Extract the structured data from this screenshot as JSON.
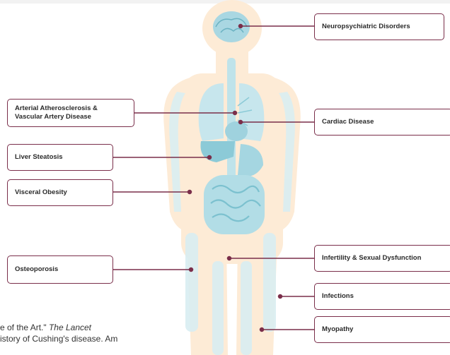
{
  "labels": {
    "neuropsychiatric": "Neuropsychiatric Disorders",
    "arterial": "Arterial Atherosclerosis &\nVascular Artery Disease",
    "cardiac": "Cardiac Disease",
    "liver": "Liver Steatosis",
    "visceral": "Visceral Obesity",
    "osteoporosis": "Osteoporosis",
    "infertility": "Infertility & Sexual Dysfunction",
    "infections": "Infections",
    "myopathy": "Myopathy"
  },
  "citation": {
    "line1_prefix": "e of the Art.\" ",
    "line1_italic": "The Lancet",
    "line2": "istory of Cushing's disease. Am"
  },
  "colors": {
    "body_silhouette": "#fdebd6",
    "organs": "#bfe3ea",
    "organs_dark": "#8ccad7",
    "connector": "#7a2e4a",
    "label_border": "#7a2e4a"
  }
}
